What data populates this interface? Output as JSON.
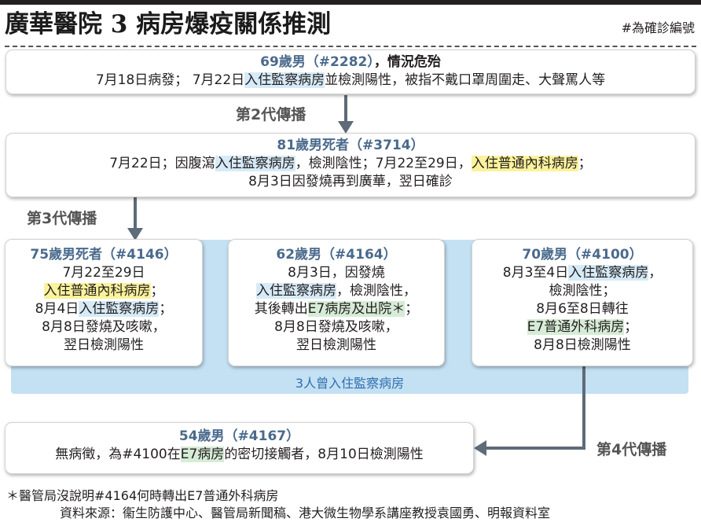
{
  "header": {
    "title": "廣華醫院 3 病房爆疫關係推測",
    "note": "#為確診編號"
  },
  "generations": {
    "gen2": "第2代傳播",
    "gen3": "第3代傳播",
    "gen4": "第4代傳播"
  },
  "cases": {
    "c2282": {
      "title": "69歲男（#2282）",
      "status": "，情況危殆",
      "l2_a": "7月18日病發； 7月22日",
      "l2_b": "入住監察病房",
      "l2_c": "並檢測陽性，被指不戴口罩周圍走、大聲罵人等"
    },
    "c3714": {
      "title": "81歲男死者（#3714）",
      "l2_a": "7月22日；因腹瀉",
      "l2_b": "入住監察病房",
      "l2_c": "，檢測陰性；7月22至29日，",
      "l2_d": "入住普通內科病房",
      "l2_e": "；",
      "l3": "8月3日因發燒再到廣華，翌日確診"
    },
    "c4146": {
      "title": "75歲男死者（#4146）",
      "l2": "7月22至29日",
      "l3_a": "入住普通內科病房",
      "l3_b": "；",
      "l4_a": "8月4日",
      "l4_b": "入住監察病房",
      "l4_c": "；",
      "l5": "8月8日發燒及咳嗽，",
      "l6": "翌日檢測陽性"
    },
    "c4164": {
      "title": "62歲男（#4164）",
      "l2": "8月3日，因發燒",
      "l3_a": "入住監察病房",
      "l3_b": "，檢測陰性，",
      "l4_a": "其後轉出",
      "l4_b": "E7病房及出院＊",
      "l4_c": "；",
      "l5": "8月8日發燒及咳嗽，",
      "l6": "翌日檢測陽性"
    },
    "c4100": {
      "title": "70歲男（#4100）",
      "l2_a": "8月3至4日",
      "l2_b": "入住監察病房",
      "l2_c": "，",
      "l3": "檢測陰性；",
      "l4": "8月6至8日轉往",
      "l5_a": "E7普通外科病房",
      "l5_b": "；",
      "l6": "8月8日檢測陽性"
    },
    "c4167": {
      "title": "54歲男（#4167）",
      "l2_a": "無病徵，為#4100在",
      "l2_b": "E7病房",
      "l2_c": "的密切接觸者，8月10日檢測陽性"
    }
  },
  "band_label": "3人曾入住監察病房",
  "footnotes": {
    "note": "＊醫管局沒說明#4164何時轉出E7普通外科病房",
    "source": "資料來源：衞生防護中心、醫管局新聞稿、港大微生物學系講座教授袁國勇、明報資料室"
  },
  "colors": {
    "ward_monitor": "#d6ebf7",
    "ward_medical": "#fbf39b",
    "ward_e7": "#d6ecd6",
    "case_title": "#4a6a8c",
    "arrow": "#5e6b78",
    "band": "#c4e0f3"
  }
}
